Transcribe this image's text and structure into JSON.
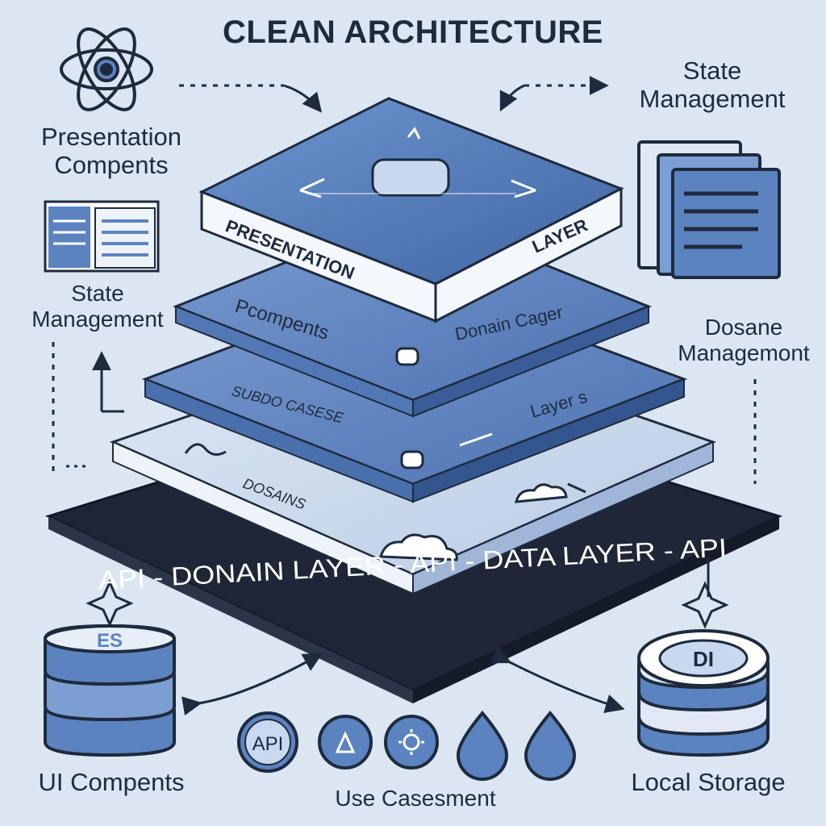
{
  "title": "CLEAN ARCHITECTURE",
  "labels": {
    "presentation_components": [
      "Presentation",
      "Compents"
    ],
    "state_management_top": [
      "State",
      "Management"
    ],
    "state_management_left": [
      "State",
      "Management"
    ],
    "domain_management": [
      "Dosane",
      "Managemont"
    ],
    "ui_components": "UI Compents",
    "use_cases": "Use Casesment",
    "local_storage": "Local Storage"
  },
  "layers": {
    "presentation_label": "PRESENTATION",
    "presentation_suffix": "LAYER",
    "components_label": "Pcompents",
    "domain_label": "Donain Cager",
    "subdomain_label": "SUBDO CASESE",
    "layers_label": "Layer s",
    "domains_label": "DOSAINS",
    "api_text": "API  -  DONAIN LAYER  -  API  -  DATA LAYER  -  API"
  },
  "storage": {
    "left_badge": "ES",
    "right_badge": "DI"
  },
  "bottom_icons": [
    {
      "icon": "api-badge-icon",
      "text": "API"
    },
    {
      "icon": "cluster-icon",
      "text": ""
    },
    {
      "icon": "gear-icon",
      "text": ""
    },
    {
      "icon": "droplet-icon",
      "text": ""
    },
    {
      "icon": "droplet-icon",
      "text": ""
    }
  ],
  "colors": {
    "background": "#dbe6f2",
    "layer_blue": "#5b83c0",
    "layer_blue_dark": "#3e64a3",
    "outline": "#1e2a3d",
    "api_dark": "#232a3b",
    "white_band": "#f4f7fb"
  }
}
